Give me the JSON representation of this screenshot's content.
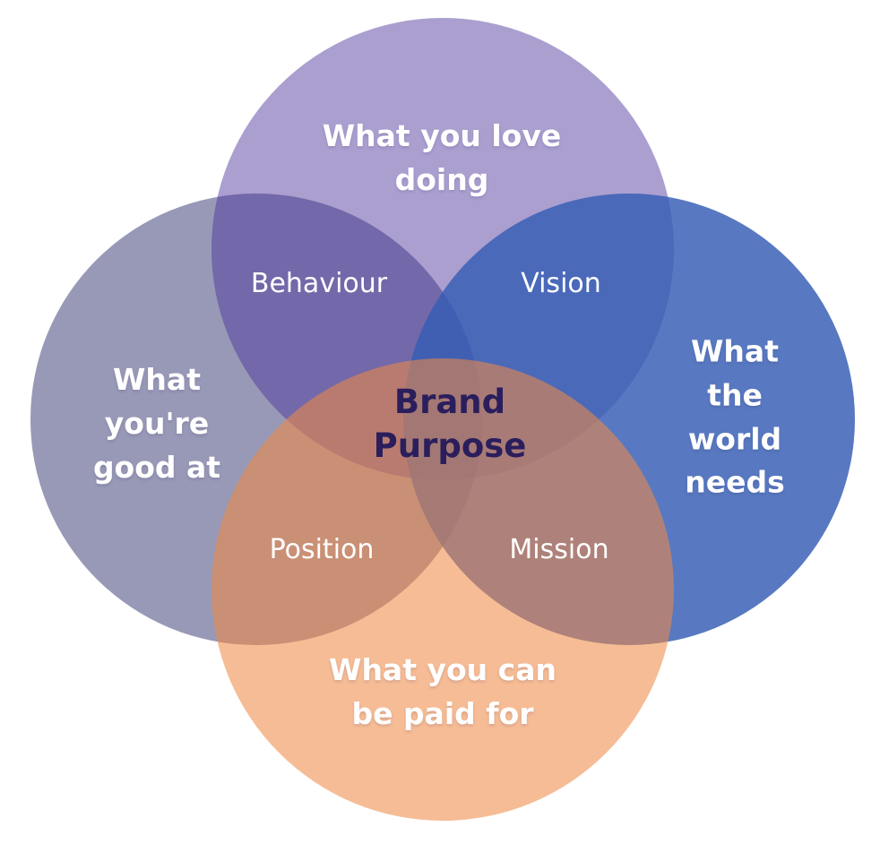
{
  "diagram": {
    "type": "4-circle venn",
    "background_color": "#ffffff",
    "label_color": "#ffffff",
    "circles": {
      "love": {
        "label": "What you love\ndoing",
        "fill": "rgba(73,45,152,0.46)",
        "apparent_color": "#ac9fd0"
      },
      "good_at": {
        "label": "What\nyou're\ngood at",
        "fill": "#9899b7",
        "apparent_color": "#9899b7"
      },
      "world_needs": {
        "label": "What the\nworld\nneeds",
        "fill": "rgba(54,94,180,0.83)",
        "apparent_color": "#587ac1"
      },
      "paid_for": {
        "label": "What you can\nbe paid for",
        "fill": "rgba(239,137,68,0.57)",
        "apparent_color": "#f6bc95"
      }
    },
    "overlaps": {
      "behaviour": {
        "label": "Behaviour",
        "apparent_color": "#74709e"
      },
      "vision": {
        "label": "Vision",
        "apparent_color": "#4a63b4"
      },
      "position": {
        "label": "Position",
        "apparent_color": "#cc937c"
      },
      "mission": {
        "label": "Mission",
        "apparent_color": "#b58a80"
      }
    },
    "center": {
      "label": "Brand\nPurpose",
      "text_color": "#2a1e5c",
      "apparent_color": "#b3857b"
    }
  }
}
